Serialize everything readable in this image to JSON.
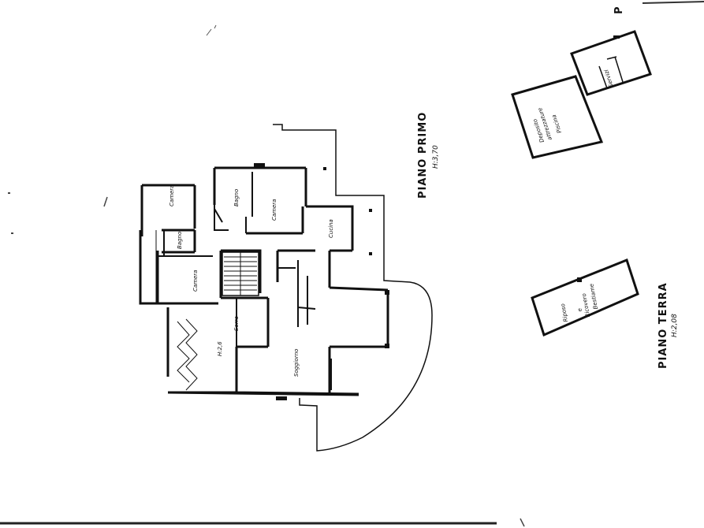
{
  "plan": {
    "piano_primo": {
      "title": "PIANO PRIMO",
      "level": "H:3,70"
    },
    "piano_terra": {
      "title": "PIANO TERRA",
      "level": "H:2,08"
    },
    "corner_label": "P"
  },
  "rooms": {
    "camera_1": "Camera",
    "bagno_1": "Bagno",
    "bagno_2": "Bagno",
    "camera_2": "Camera",
    "camera_3": "Camera",
    "cucina": "Cucina",
    "serra": "Serra",
    "soggiorno": "Soggiorno",
    "level_mark": "H:2,6",
    "deposito_1": "Deposito",
    "deposito_2": "attrezzature",
    "deposito_3": "Piscina",
    "servizi": "Servizi",
    "riposo_1": "Riposo",
    "riposo_2": "e",
    "riposo_3": "Ricovero",
    "riposo_4": "Bestiame"
  }
}
